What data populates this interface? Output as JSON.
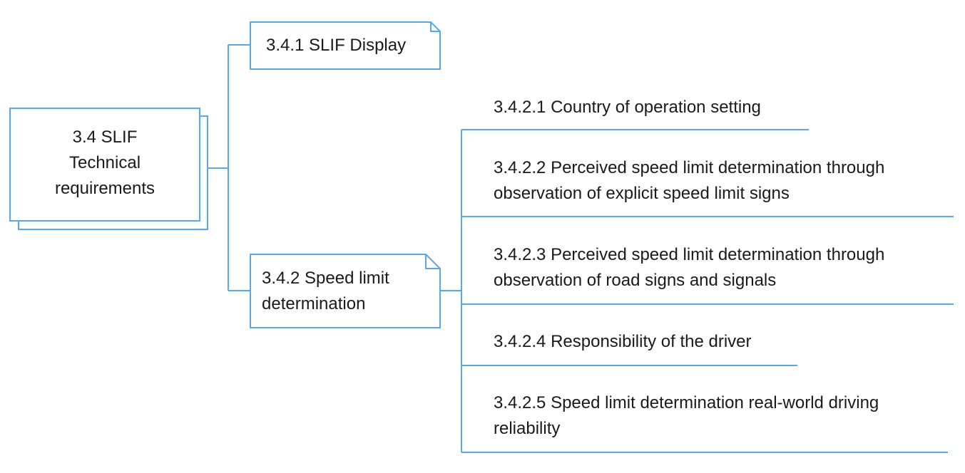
{
  "root": {
    "lines": [
      "3.4 SLIF",
      "Technical",
      "requirements"
    ]
  },
  "branches": [
    {
      "lines": [
        "3.4.1 SLIF Display"
      ]
    },
    {
      "lines": [
        "3.4.2 Speed limit",
        "determination"
      ]
    }
  ],
  "leaves": [
    {
      "lines": [
        "3.4.2.1 Country of operation setting"
      ]
    },
    {
      "lines": [
        "3.4.2.2 Perceived speed limit determination through",
        "observation of explicit speed limit signs"
      ]
    },
    {
      "lines": [
        "3.4.2.3 Perceived speed limit determination through",
        "observation of road signs and signals"
      ]
    },
    {
      "lines": [
        "3.4.2.4 Responsibility of the driver"
      ]
    },
    {
      "lines": [
        "3.4.2.5 Speed limit determination real-world driving",
        "reliability"
      ]
    }
  ],
  "colors": {
    "stroke": "#5aa9e6",
    "text": "#1a1a1a",
    "background": "#ffffff"
  }
}
